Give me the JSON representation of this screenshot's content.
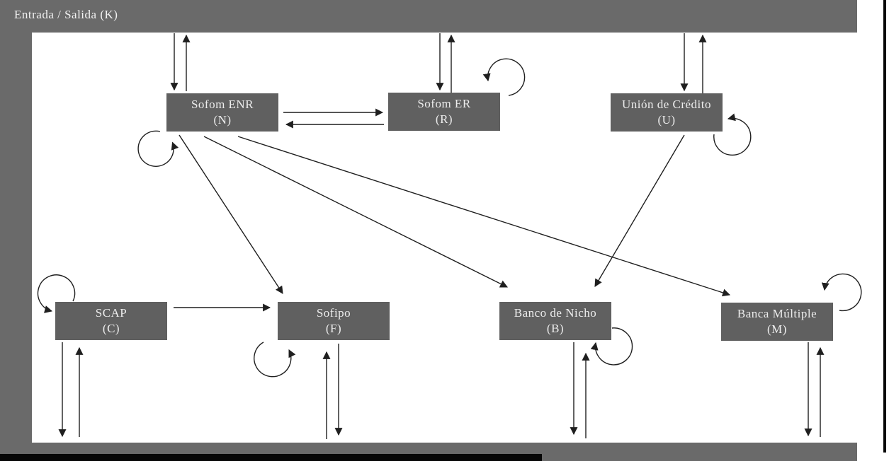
{
  "header": {
    "title": "Entrada / Salida (K)"
  },
  "nodes": [
    {
      "name": "Sofom ENR",
      "code": "(N)"
    },
    {
      "name": "Sofom ER",
      "code": "(R)"
    },
    {
      "name": "Unión de Crédito",
      "code": "(U)"
    },
    {
      "name": "SCAP",
      "code": "(C)"
    },
    {
      "name": "Sofipo",
      "code": "(F)"
    },
    {
      "name": "Banco de Nicho",
      "code": "(B)"
    },
    {
      "name": "Banca Múltiple",
      "code": "(M)"
    }
  ],
  "edges": [
    {
      "from": "K",
      "to": "N"
    },
    {
      "from": "N",
      "to": "K"
    },
    {
      "from": "K",
      "to": "R"
    },
    {
      "from": "R",
      "to": "K"
    },
    {
      "from": "K",
      "to": "U"
    },
    {
      "from": "U",
      "to": "K"
    },
    {
      "from": "K",
      "to": "C"
    },
    {
      "from": "C",
      "to": "K"
    },
    {
      "from": "K",
      "to": "F"
    },
    {
      "from": "F",
      "to": "K"
    },
    {
      "from": "K",
      "to": "B"
    },
    {
      "from": "B",
      "to": "K"
    },
    {
      "from": "K",
      "to": "M"
    },
    {
      "from": "M",
      "to": "K"
    },
    {
      "from": "N",
      "to": "R"
    },
    {
      "from": "R",
      "to": "N"
    },
    {
      "from": "N",
      "to": "F"
    },
    {
      "from": "N",
      "to": "B"
    },
    {
      "from": "N",
      "to": "M"
    },
    {
      "from": "U",
      "to": "B"
    },
    {
      "from": "C",
      "to": "F"
    },
    {
      "from": "N",
      "to": "N"
    },
    {
      "from": "R",
      "to": "R"
    },
    {
      "from": "U",
      "to": "U"
    },
    {
      "from": "C",
      "to": "C"
    },
    {
      "from": "F",
      "to": "F"
    },
    {
      "from": "B",
      "to": "B"
    },
    {
      "from": "M",
      "to": "M"
    }
  ],
  "colors": {
    "frame": "#6a6a6a",
    "box_fill": "#606060",
    "box_text": "#ededed",
    "arrow": "#1f1f1f",
    "background": "#ffffff",
    "edge_black": "#060606"
  }
}
